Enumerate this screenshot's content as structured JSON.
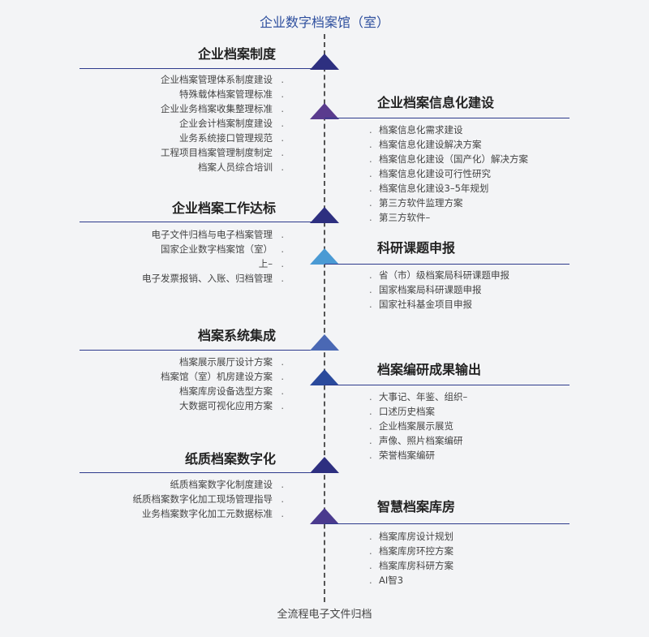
{
  "title": "企业数字档案馆（室）",
  "footer": "全流程电子文件归档",
  "colors": {
    "title": "#2e4f9e",
    "tri_dark": "#2d2f80",
    "tri_purple": "#5a3b8e",
    "tri_light": "#4a9ad4",
    "tri_mid": "#4a68b4"
  },
  "left_sections": [
    {
      "heading": "企业档案制度",
      "items": [
        "企业档案管理体系制度建设",
        "特殊载体档案管理标准",
        "企业业务档案收集整理标准",
        "企业会计档案制度建设",
        "业务系统接口管理规范",
        "工程项目档案管理制度制定",
        "档案人员综合培训"
      ]
    },
    {
      "heading": "企业档案工作达标",
      "items": [
        "电子文件归档与电子档案管理",
        "国家企业数字档案馆（室）",
        "上–",
        "电子发票报销、入账、归档管理"
      ]
    },
    {
      "heading": "档案系统集成",
      "items": [
        "档案展示展厅设计方案",
        "档案馆（室）机房建设方案",
        "档案库房设备选型方案",
        "大数据可视化应用方案"
      ]
    },
    {
      "heading": "纸质档案数字化",
      "items": [
        "纸质档案数字化制度建设",
        "纸质档案数字化加工现场管理指导",
        "业务档案数字化加工元数据标准"
      ]
    }
  ],
  "right_sections": [
    {
      "heading": "企业档案信息化建设",
      "items": [
        "档案信息化需求建设",
        "档案信息化建设解决方案",
        "档案信息化建设（国产化）解决方案",
        "档案信息化建设可行性研究",
        "档案信息化建设3–5年规划",
        "第三方软件监理方案",
        "第三方软件–"
      ]
    },
    {
      "heading": "科研课题申报",
      "items": [
        "省（市）级档案局科研课题申报",
        "国家档案局科研课题申报",
        "国家社科基金项目申报"
      ]
    },
    {
      "heading": "档案编研成果输出",
      "items": [
        "大事记、年鉴、组织–",
        "口述历史档案",
        "企业档案展示展览",
        "声像、照片档案编研",
        "荣誉档案编研"
      ]
    },
    {
      "heading": "智慧档案库房",
      "items": [
        "档案库房设计规划",
        "档案库房环控方案",
        "档案库房科研方案",
        "AI智3"
      ]
    }
  ]
}
